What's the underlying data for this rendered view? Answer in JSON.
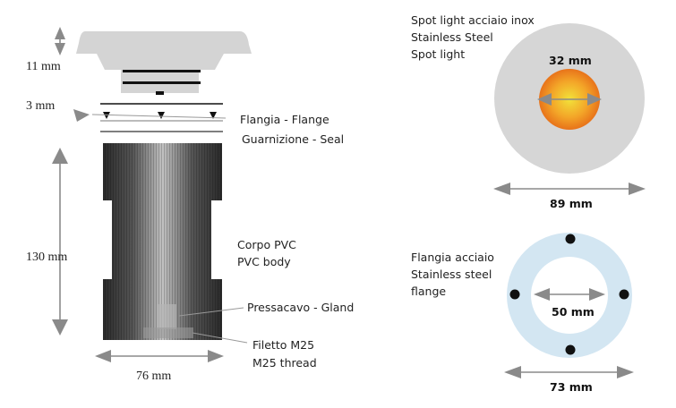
{
  "dimensions": {
    "top_height": "11 mm",
    "flange_thickness": "3 mm",
    "body_height": "130 mm",
    "body_width": "76 mm",
    "spot_light_diameter": "32 mm",
    "spot_outer_diameter": "89 mm",
    "flange_inner_diameter": "50 mm",
    "flange_outer_diameter": "73 mm"
  },
  "labels": {
    "flange": "Flangia - Flange",
    "seal": "Guarnizione - Seal",
    "body_it": "Corpo PVC",
    "body_en": "PVC body",
    "gland": "Pressacavo - Gland",
    "thread_it": "Filetto M25",
    "thread_en": "M25 thread",
    "spot_it": "Spot light acciaio inox",
    "spot_en1": "Stainless Steel",
    "spot_en2": "Spot light",
    "flange_it": "Flangia acciaio",
    "flange_en1": "Stainless steel",
    "flange_en2": "flange"
  },
  "colors": {
    "cap_gray": "#d4d4d4",
    "spot_disc": "#d6d6d6",
    "light_center": "#f2e23a",
    "light_edge": "#f07a1a",
    "flange_disc": "#d3e6f2",
    "arrow_gray": "#8a8a8a",
    "body_dark": "#2a2a2a",
    "body_light": "#bdbdbd"
  }
}
